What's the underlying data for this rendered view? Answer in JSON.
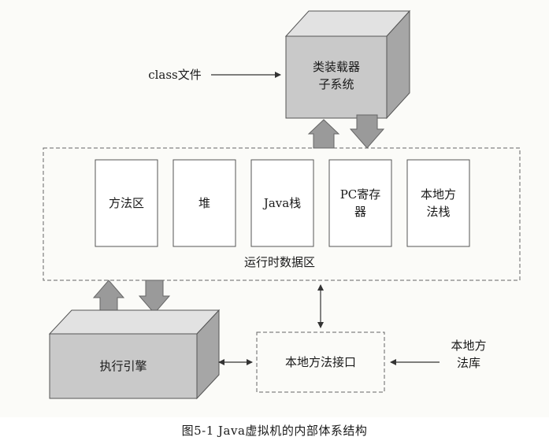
{
  "diagram": {
    "class_file_label": "class文件",
    "class_loader": {
      "line1": "类装载器",
      "line2": "子系统"
    },
    "runtime_area_label": "运行时数据区",
    "runtime_regions": [
      {
        "line1": "方法区",
        "line2": ""
      },
      {
        "line1": "堆",
        "line2": ""
      },
      {
        "line1": "Java栈",
        "line2": ""
      },
      {
        "line1": "PC寄存",
        "line2": "器"
      },
      {
        "line1": "本地方",
        "line2": "法栈"
      }
    ],
    "execution_engine_label": "执行引擎",
    "native_interface_label": "本地方法接口",
    "native_library": {
      "line1": "本地方",
      "line2": "法库"
    }
  },
  "caption": "图5-1  Java虚拟机的内部体系结构",
  "colors": {
    "box_face": "#c9c9c9",
    "box_top": "#e2e2e2",
    "box_side": "#a6a6a6",
    "arrow_fill": "#9a9a9a",
    "line": "#444444"
  }
}
